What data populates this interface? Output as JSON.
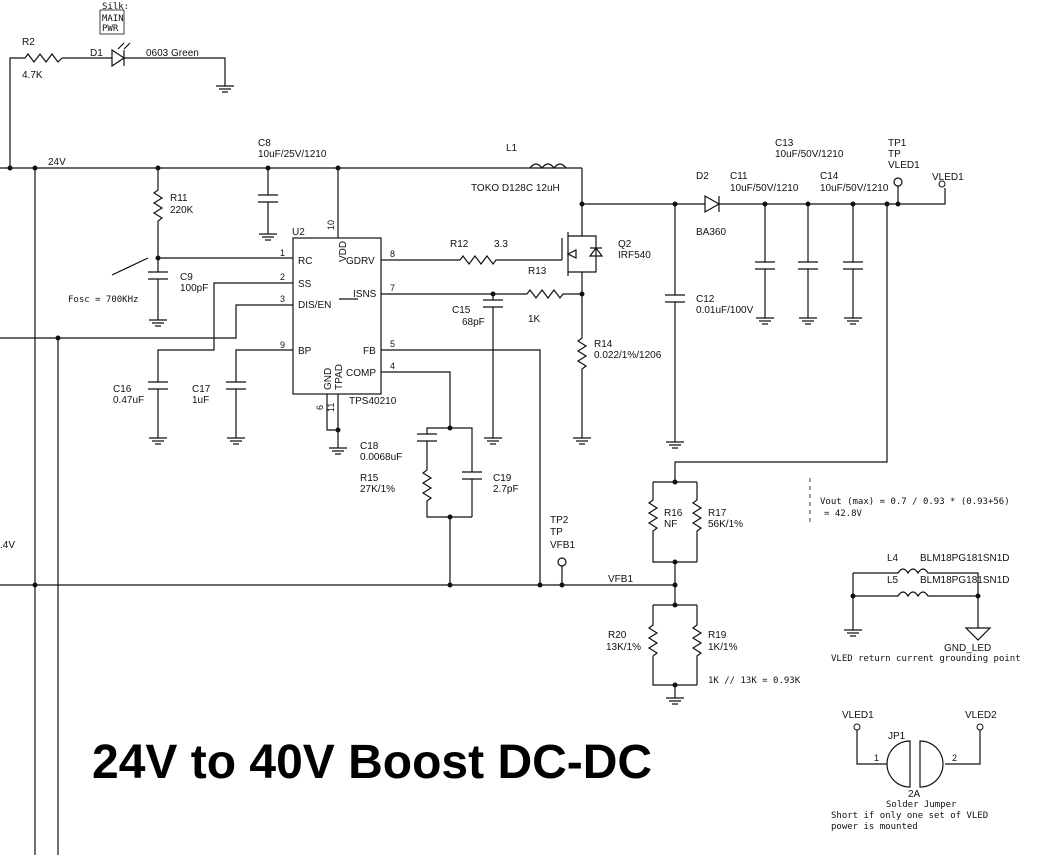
{
  "title": "24V to 40V Boost DC-DC",
  "silk": [
    "Silk:",
    "MAIN",
    "PWR"
  ],
  "nets": {
    "n24v": "24V",
    "vfb1": "VFB1",
    "v14": ".4V"
  },
  "components": {
    "R2": {
      "ref": "R2",
      "value": "4.7K"
    },
    "D1": {
      "ref": "D1",
      "value": "0603 Green"
    },
    "C8": {
      "ref": "C8",
      "value": "10uF/25V/1210"
    },
    "L1": {
      "ref": "L1",
      "value": "TOKO D128C 12uH"
    },
    "R11": {
      "ref": "R11",
      "value": "220K"
    },
    "C9": {
      "ref": "C9",
      "value": "100pF"
    },
    "U2": {
      "ref": "U2",
      "value": "TPS40210"
    },
    "R12": {
      "ref": "R12",
      "value": "3.3"
    },
    "R13": {
      "ref": "R13",
      "value": "1K"
    },
    "Q2": {
      "ref": "Q2",
      "value": "IRF540"
    },
    "C15": {
      "ref": "C15",
      "value": "68pF"
    },
    "R14": {
      "ref": "R14",
      "value": "0.022/1%/1206"
    },
    "C16": {
      "ref": "C16",
      "value": "0.47uF"
    },
    "C17": {
      "ref": "C17",
      "value": "1uF"
    },
    "C18": {
      "ref": "C18",
      "value": "0.0068uF"
    },
    "R15": {
      "ref": "R15",
      "value": "27K/1%"
    },
    "C19": {
      "ref": "C19",
      "value": "2.7pF"
    },
    "D2": {
      "ref": "D2",
      "value": "BA360"
    },
    "C11": {
      "ref": "C11",
      "value": "10uF/50V/1210"
    },
    "C13": {
      "ref": "C13",
      "value": "10uF/50V/1210"
    },
    "C14": {
      "ref": "C14",
      "value": "10uF/50V/1210"
    },
    "C12": {
      "ref": "C12",
      "value": "0.01uF/100V"
    },
    "TP1": {
      "ref": "TP1",
      "value": "TP",
      "net": "VLED1"
    },
    "TP2": {
      "ref": "TP2",
      "value": "TP",
      "net": "VFB1"
    },
    "R16": {
      "ref": "R16",
      "value": "NF"
    },
    "R17": {
      "ref": "R17",
      "value": "56K/1%"
    },
    "R20": {
      "ref": "R20",
      "value": "13K/1%"
    },
    "R19": {
      "ref": "R19",
      "value": "1K/1%"
    },
    "L4": {
      "ref": "L4",
      "value": "BLM18PG181SN1D"
    },
    "L5": {
      "ref": "L5",
      "value": "BLM18PG181SN1D"
    },
    "JP1": {
      "ref": "JP1",
      "value": "2A",
      "desc": "Solder Jumper"
    }
  },
  "u2_pins": {
    "rc": "RC",
    "ss": "SS",
    "dis_en": "DIS/EN",
    "bp": "BP",
    "gdrv": "GDRV",
    "isns": "ISNS",
    "fb": "FB",
    "comp": "COMP",
    "vdd": "VDD",
    "gnd": "GND",
    "tpad": "TPAD",
    "n1": "1",
    "n2": "2",
    "n3": "3",
    "n9": "9",
    "n8": "8",
    "n7": "7",
    "n5": "5",
    "n4": "4",
    "n10": "10",
    "n6": "6",
    "n11": "11"
  },
  "ports": {
    "vled1": "VLED1",
    "vled2": "VLED2",
    "gnd_led": "GND_LED",
    "jp_pin1": "1",
    "jp_pin2": "2"
  },
  "notes": {
    "fosc": "Fosc = 700KHz",
    "vout1": "Vout (max) = 0.7 / 0.93 * (0.93+56)",
    "vout2": "= 42.8V",
    "parallel": "1K // 13K = 0.93K",
    "vled_return": "VLED return current grounding point",
    "jumper1": "Short if only one set of VLED",
    "jumper2": "power is mounted"
  }
}
